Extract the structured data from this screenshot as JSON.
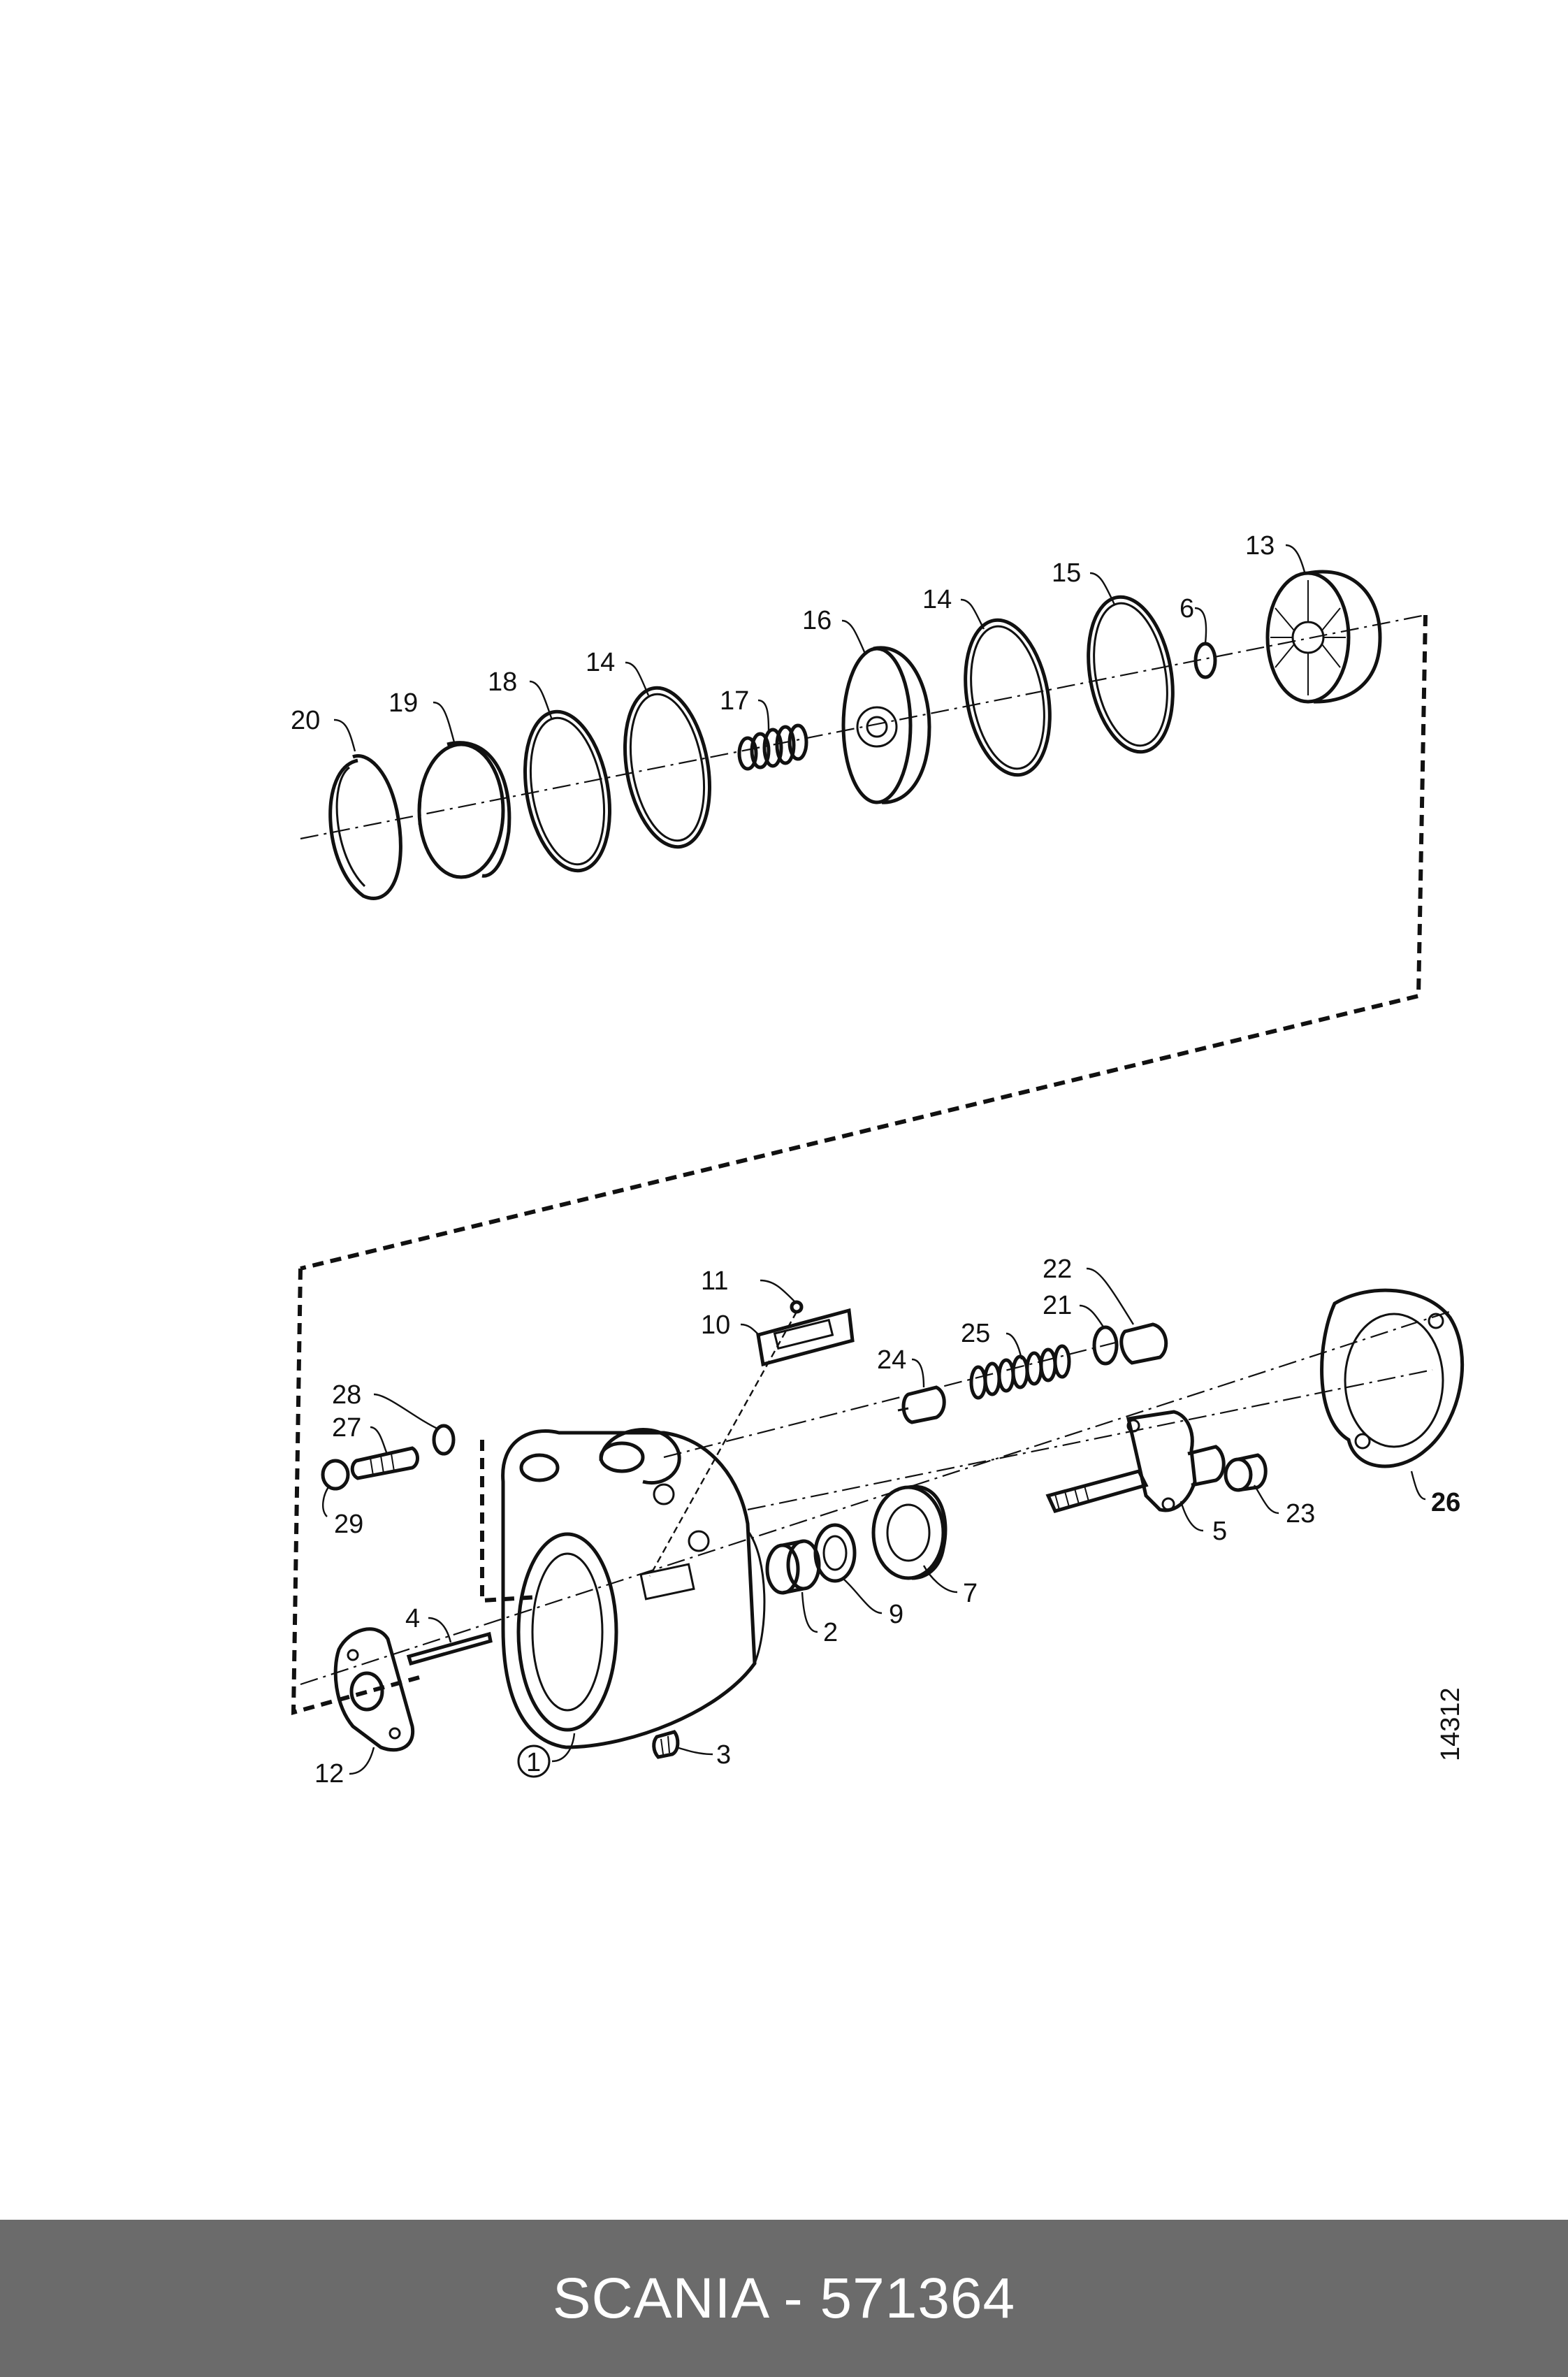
{
  "diagram": {
    "drawing_number": "14312",
    "callouts": {
      "c1": "1",
      "c2": "2",
      "c3": "3",
      "c4": "4",
      "c5": "5",
      "c6": "6",
      "c7": "7",
      "c9": "9",
      "c10": "10",
      "c11": "11",
      "c12": "12",
      "c13": "13",
      "c14a": "14",
      "c14b": "14",
      "c15": "15",
      "c16": "16",
      "c17": "17",
      "c18": "18",
      "c19": "19",
      "c20": "20",
      "c21": "21",
      "c22": "22",
      "c23": "23",
      "c24": "24",
      "c25": "25",
      "c26": "26",
      "c27": "27",
      "c28": "28",
      "c29": "29"
    }
  },
  "footer": {
    "title": "SCANIA - 571364"
  }
}
